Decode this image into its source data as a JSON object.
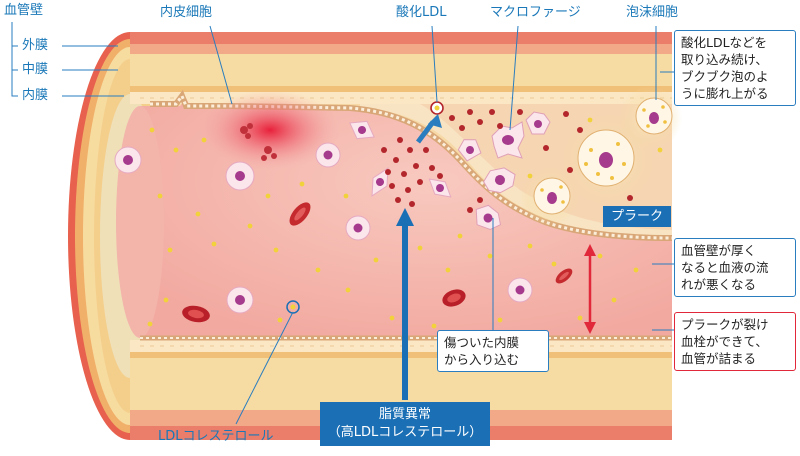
{
  "labels": {
    "vessel_wall": "血管壁",
    "outer_layer": "外膜",
    "middle_layer": "中膜",
    "inner_layer": "内膜",
    "endothelial_cell": "内皮細胞",
    "oxidized_ldl": "酸化LDL",
    "macrophage": "マクロファージ",
    "foam_cell": "泡沫細胞",
    "plaque": "プラーク",
    "ldl_cholesterol": "LDLコレステロール"
  },
  "notes": {
    "foam": [
      "酸化LDLなどを",
      "取り込み続け、",
      "ブクブク泡のよ",
      "うに膨れ上がる"
    ],
    "thick": [
      "血管壁が厚く",
      "なると血液の流",
      "れが悪くなる"
    ],
    "rupture": [
      "プラークが裂け",
      "血栓ができて、",
      "血管が詰まる"
    ],
    "damaged": [
      "傷ついた内膜",
      "から入り込む"
    ]
  },
  "banner": {
    "line1": "脂質異常",
    "line2": "（高LDLコレステロール）"
  },
  "colors": {
    "accent_blue": "#1a6fb5",
    "label_blue": "#1a78b8",
    "alert_red": "#e0283a",
    "wall_tan": "#f3d99a",
    "lumen_pink": "#f6b9b0"
  }
}
